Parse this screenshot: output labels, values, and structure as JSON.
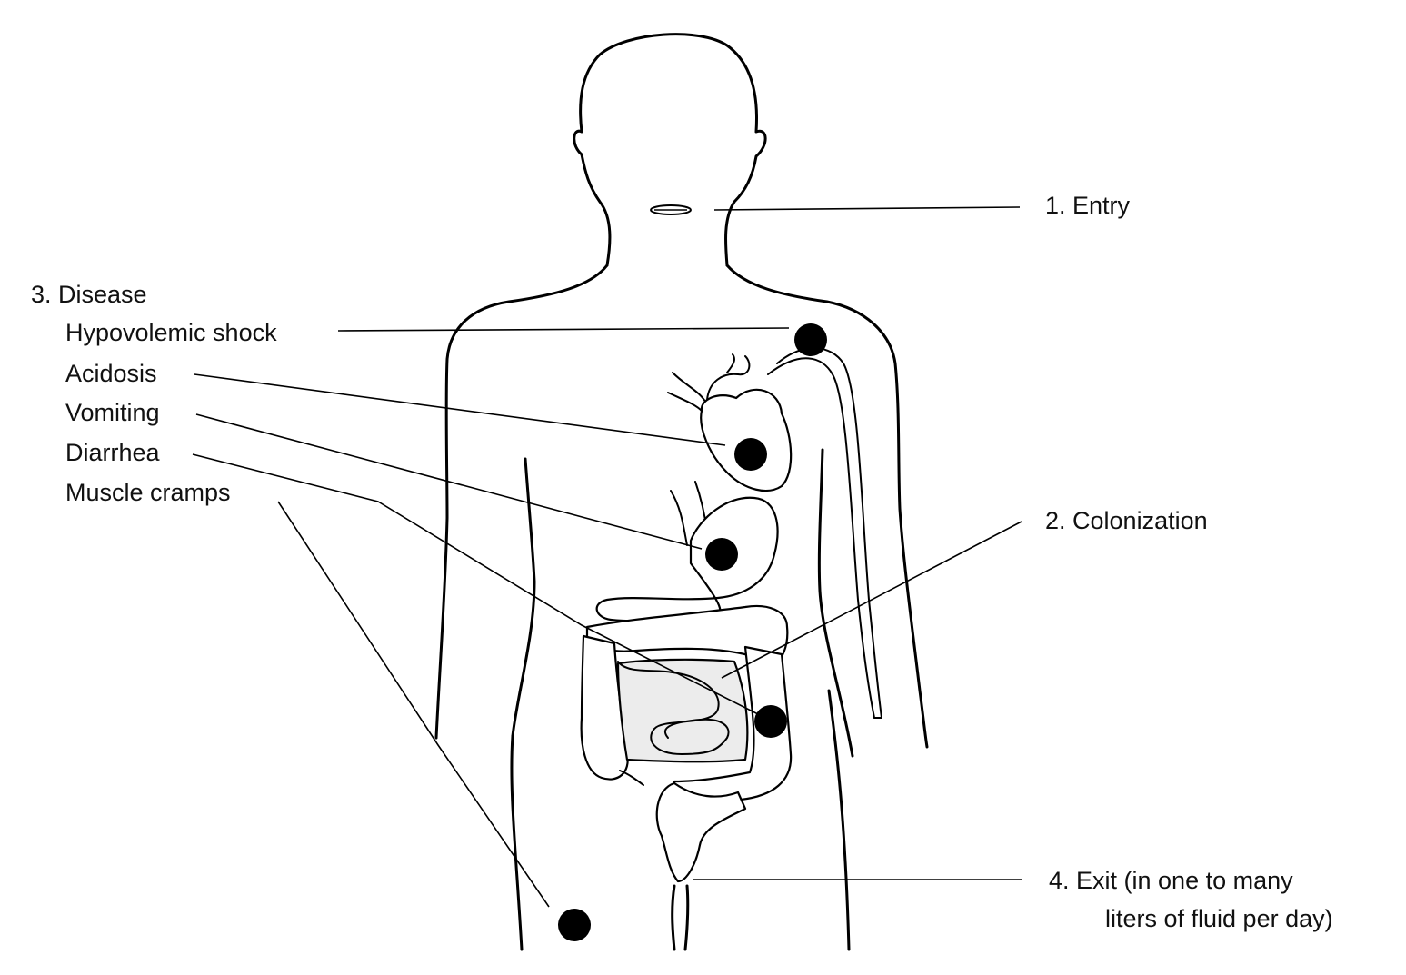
{
  "labels": {
    "entry": "1. Entry",
    "colonization": "2. Colonization",
    "disease": "3. Disease",
    "hypovolemic_shock": "Hypovolemic shock",
    "acidosis": "Acidosis",
    "vomiting": "Vomiting",
    "diarrhea": "Diarrhea",
    "muscle_cramps": "Muscle cramps",
    "exit_line1": "4. Exit (in one to many",
    "exit_line2": "liters of fluid per day)"
  }
}
